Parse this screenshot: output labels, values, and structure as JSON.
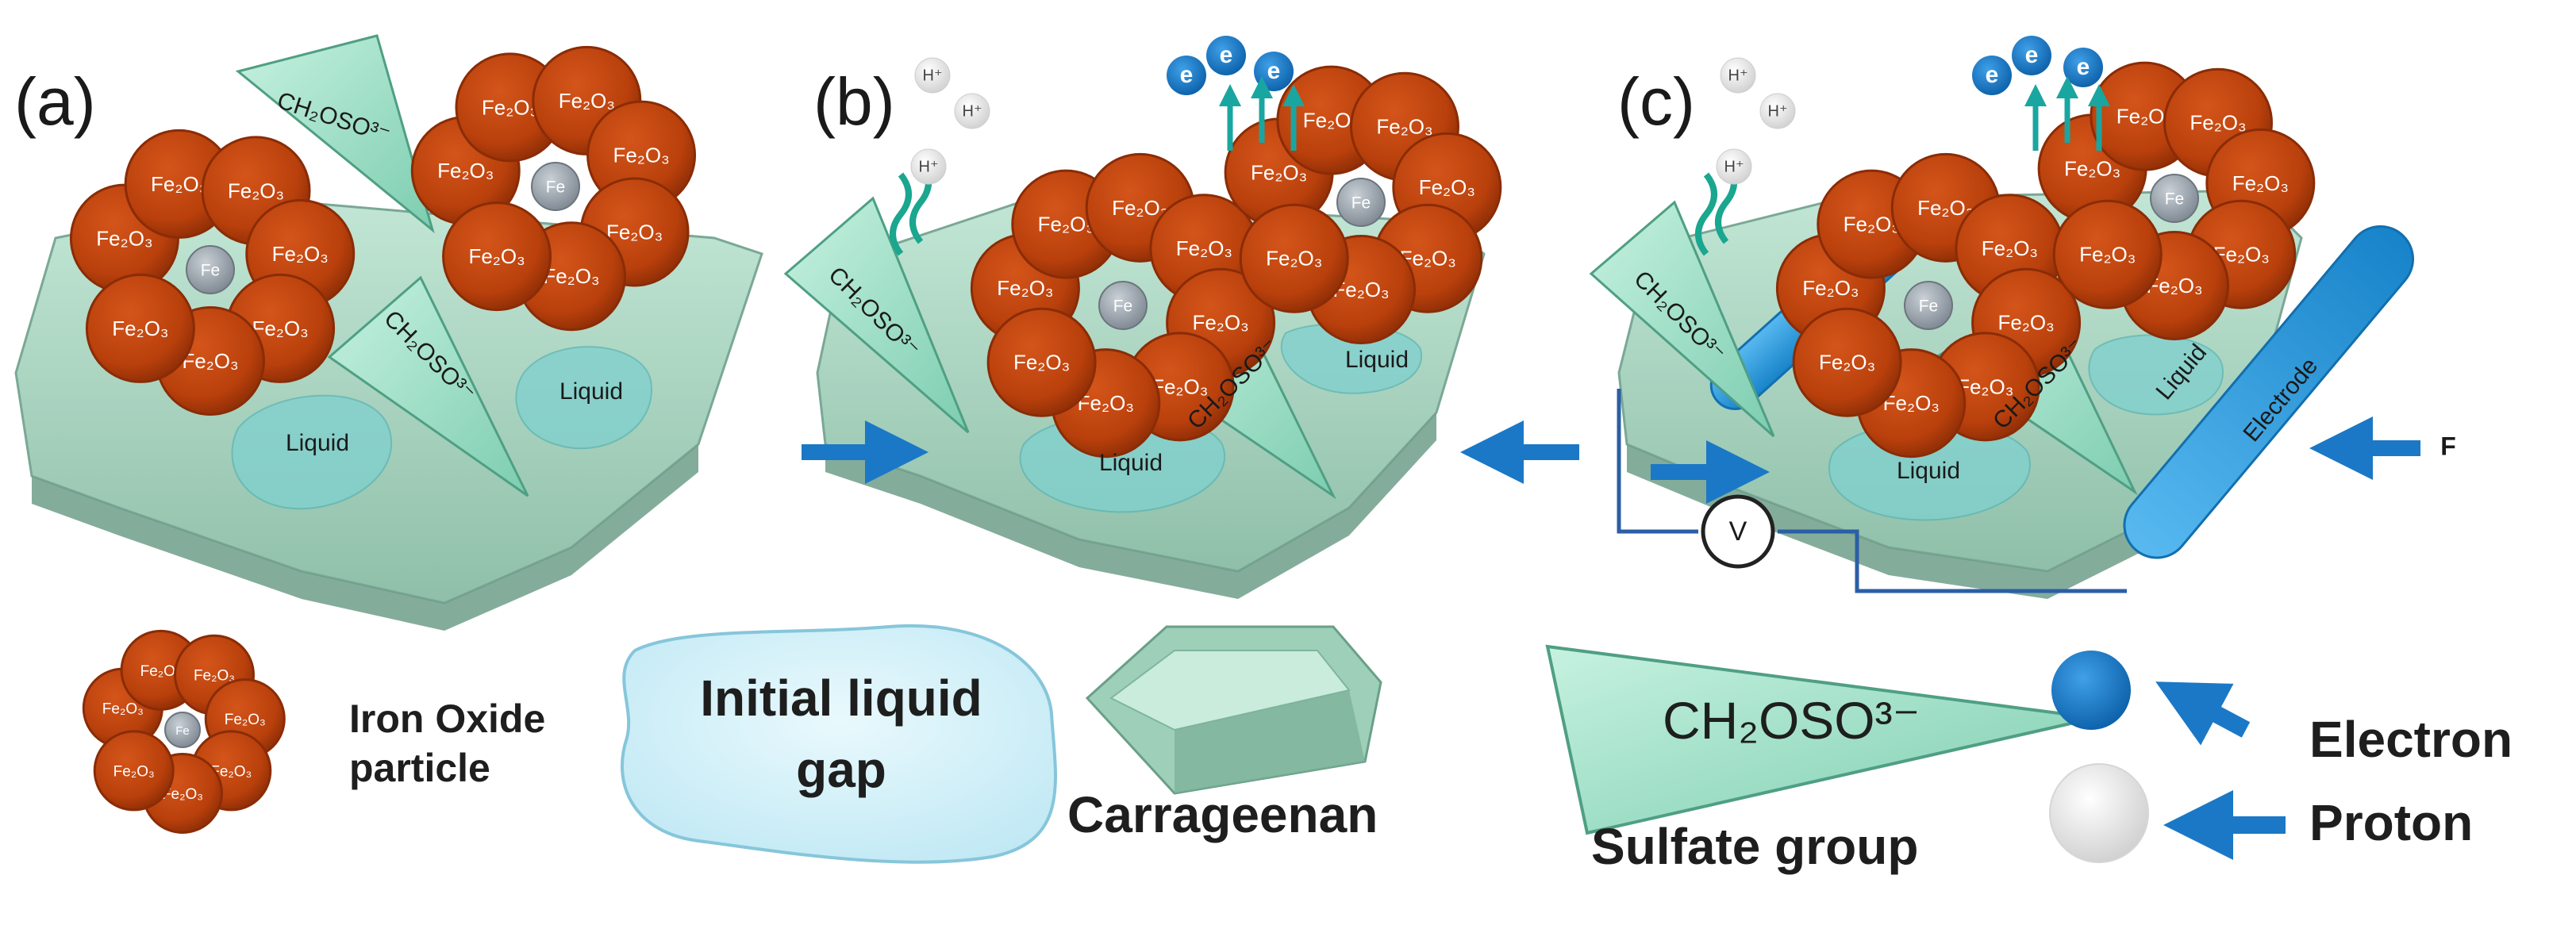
{
  "panels": [
    {
      "id": "a",
      "label": "(a)"
    },
    {
      "id": "b",
      "label": "(b)"
    },
    {
      "id": "c",
      "label": "(c)"
    }
  ],
  "particle": {
    "oxide_label": "Fe₂O₃",
    "core_label": "Fe"
  },
  "labels": {
    "sulfate_small": "CH₂OSO³⁻",
    "liquid": "Liquid",
    "electrode": "Electrode",
    "force": "F",
    "voltmeter": "V",
    "electron_symbol": "e⁻",
    "electron_small": "e",
    "proton_symbol": "H⁺"
  },
  "legend": {
    "iron_oxide_line1": "Iron Oxide",
    "iron_oxide_line2": "particle",
    "initial_gap_line1": "Initial liquid",
    "initial_gap_line2": "gap",
    "carrageenan": "Carrageenan",
    "sulfate_formula": "CH₂OSO³⁻",
    "sulfate_group": "Sulfate group",
    "electron": "Electron",
    "proton": "Proton"
  },
  "colors": {
    "oxide": "#b9400c",
    "oxide_edge": "#8a2c06",
    "core": "#8e98a3",
    "gel_top": "#a9d6c2",
    "gel_side": "#6f9e8a",
    "triangle": "#9fe0c6",
    "arrow": "#1b78c6",
    "electrode": "#2a9ee6",
    "liquid": "#7fd0cf",
    "gap": "#cdeff7"
  }
}
